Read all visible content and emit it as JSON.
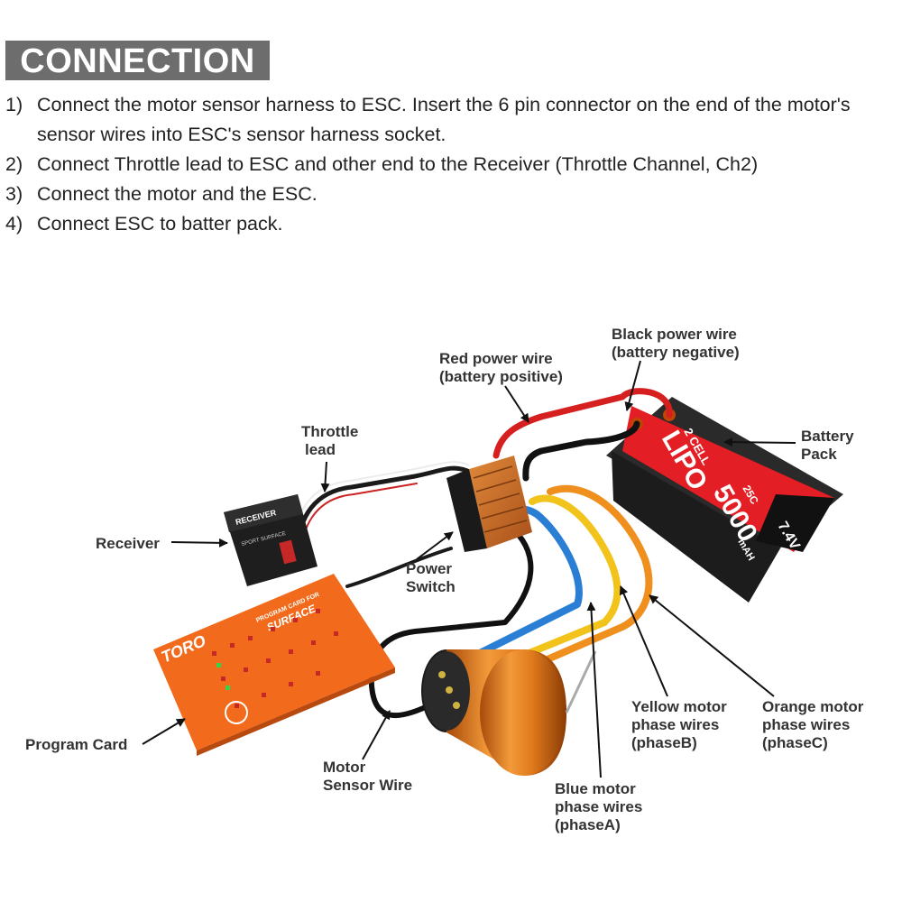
{
  "section_title": "CONNECTION",
  "steps": [
    {
      "num": "1)",
      "text": "Connect the motor sensor harness to ESC. Insert the 6 pin connector on the end of the motor's sensor wires into ESC's sensor harness socket."
    },
    {
      "num": "2)",
      "text": "Connect Throttle lead to ESC and other end to the Receiver (Throttle Channel, Ch2)"
    },
    {
      "num": "3)",
      "text": "Connect the motor and the ESC."
    },
    {
      "num": "4)",
      "text": "Connect ESC to batter pack."
    }
  ],
  "callouts": {
    "black_wire": [
      "Black power wire",
      "(battery negative)"
    ],
    "red_wire": [
      "Red power wire",
      "(battery positive)"
    ],
    "throttle": [
      "Throttle",
      "lead"
    ],
    "battery": [
      "Battery",
      "Pack"
    ],
    "receiver": "Receiver",
    "power_switch": [
      "Power",
      "Switch"
    ],
    "program_card": "Program Card",
    "sensor_wire": [
      "Motor",
      "Sensor Wire"
    ],
    "yellow": [
      "Yellow motor",
      "phase wires",
      "(phaseB)"
    ],
    "orange": [
      "Orange motor",
      "phase wires",
      "(phaseC)"
    ],
    "blue": [
      "Blue motor",
      "phase wires",
      "(phaseA)"
    ]
  },
  "battery_print": {
    "cells": "2 CELL",
    "type": "LIPO",
    "capacity": "5000",
    "unit": "mAH",
    "rating": "25C",
    "voltage": "7.4V"
  },
  "receiver_print": {
    "name": "RECEIVER",
    "sub": "SPORT SURFACE"
  },
  "card_print": {
    "brand": "TORO",
    "header": "PROGRAM CARD FOR",
    "model": "SURFACE"
  },
  "colors": {
    "title_bg": "#6d6d6d",
    "red_wire": "#d61f1f",
    "black_wire": "#111111",
    "blue_wire": "#2a7fd4",
    "yellow_wire": "#f2c31a",
    "orange_wire": "#ef8f1e",
    "battery_red": "#e31e24",
    "card_orange": "#f26a1b",
    "motor_orange": "#e07a1c"
  }
}
